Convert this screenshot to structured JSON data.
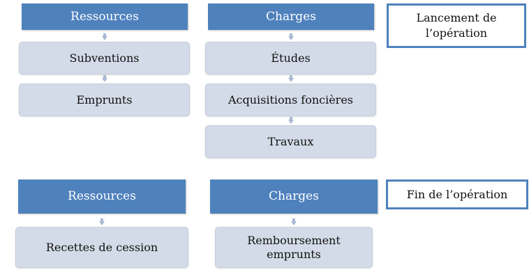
{
  "launch": {
    "label": "Lancement de l’opération",
    "resources": {
      "header": "Ressources",
      "items": [
        "Subventions",
        "Emprunts"
      ]
    },
    "charges": {
      "header": "Charges",
      "items": [
        "Études",
        "Acquisitions foncières",
        "Travaux"
      ]
    }
  },
  "end": {
    "label": "Fin de l’opération",
    "resources": {
      "header": "Ressources",
      "items": [
        "Recettes de cession"
      ]
    },
    "charges": {
      "header": "Charges",
      "items": [
        "Remboursement emprunts"
      ]
    }
  },
  "colors": {
    "header_fill": "#4f81bd",
    "item_fill": "#d3dbe8",
    "arrow": "#a9b8d3"
  }
}
